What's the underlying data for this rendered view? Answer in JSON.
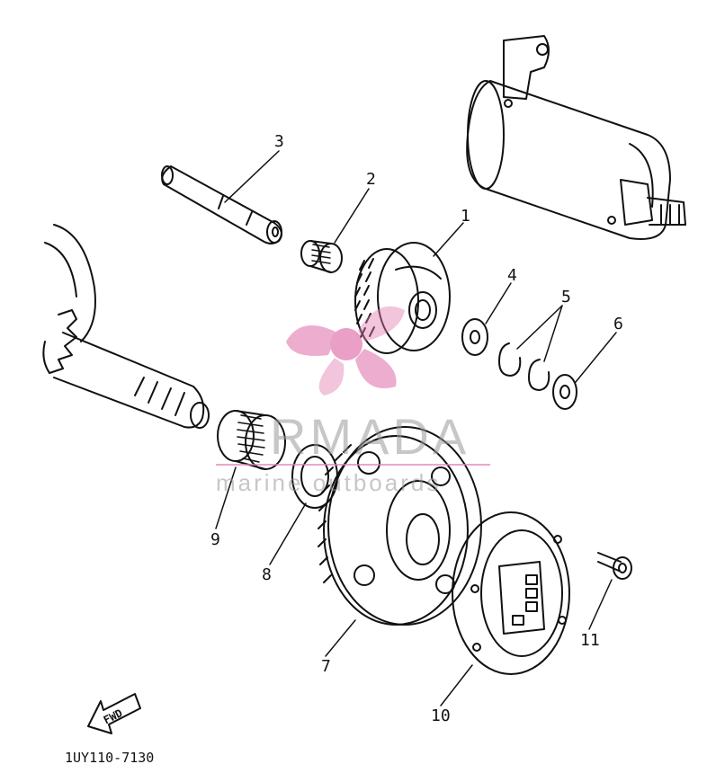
{
  "callouts": [
    "1",
    "2",
    "3",
    "4",
    "5",
    "6",
    "7",
    "8",
    "9",
    "10",
    "11"
  ],
  "watermark": {
    "brand": "RMADA",
    "tagline": "marine outboards",
    "color": "#e37fb4"
  },
  "drawing_code": "1UY110-7130",
  "fwd_label": "FWD"
}
